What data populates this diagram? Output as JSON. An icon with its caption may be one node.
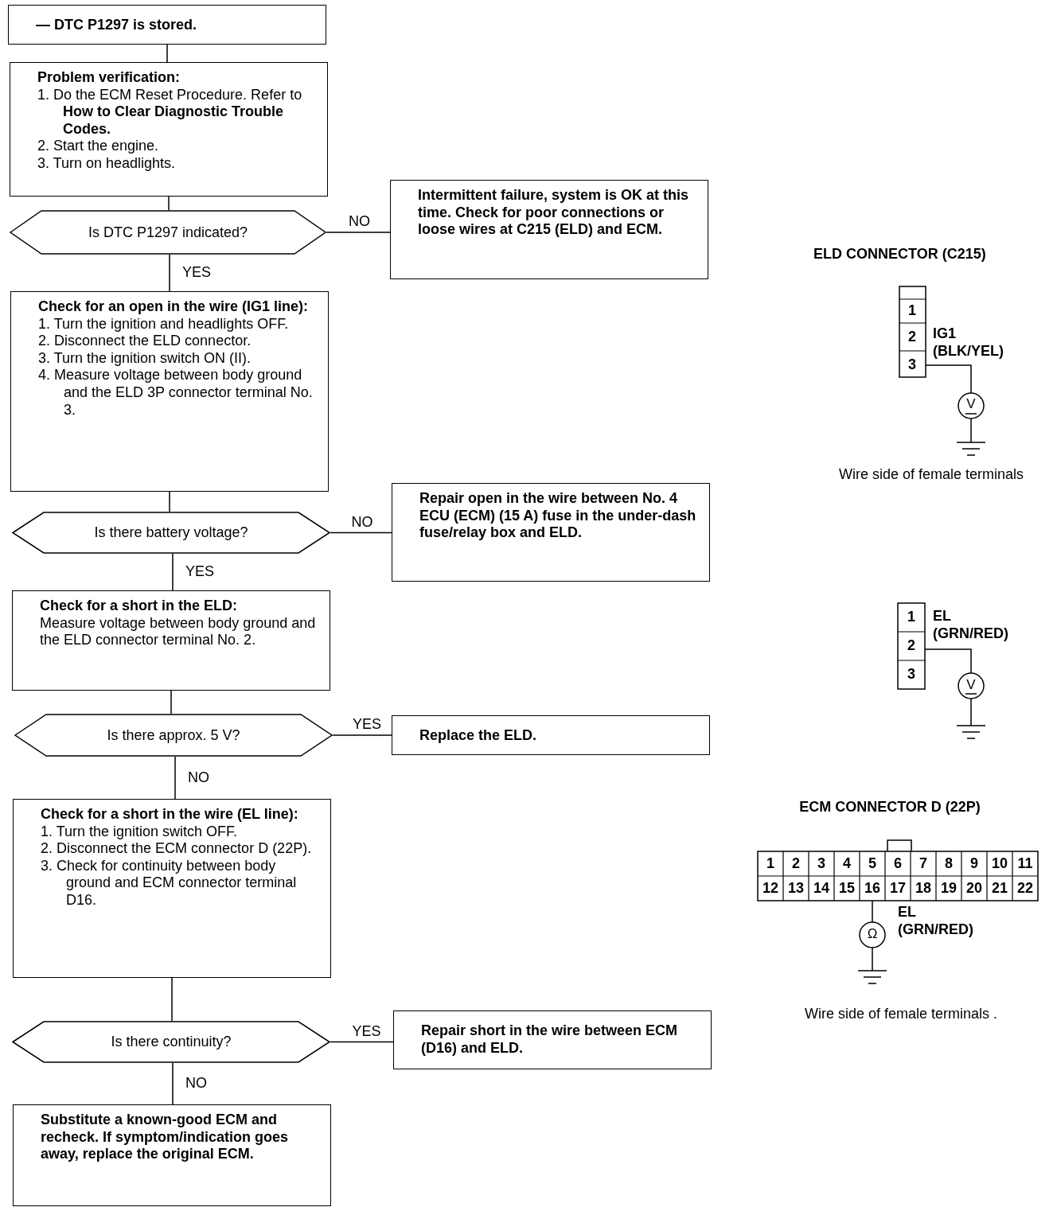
{
  "diagram": {
    "nodes": [
      {
        "text": [
          "— DTC P1297 is stored."
        ]
      },
      {
        "text": [
          "Problem verification:",
          "1. Do the ECM Reset Procedure. Refer to **How to Clear Diagnostic Trouble Codes.**",
          "2. Start the engine.",
          "3. Turn on headlights."
        ]
      },
      {
        "text": [
          "Is DTC P1297 indicated?"
        ]
      },
      {
        "text": [
          "Intermittent failure, system is OK at this time. Check for poor connections or loose wires at C215 (ELD) and ECM."
        ]
      },
      {
        "text": [
          "Check for an open in the wire (IG1 line):",
          "1. Turn the ignition and headlights OFF.",
          "2. Disconnect the ELD connector.",
          "3. Turn the ignition switch ON (II).",
          "4. Measure voltage between body ground and the ELD 3P connector terminal No. 3."
        ]
      },
      {
        "text": [
          "Is there battery voltage?"
        ]
      },
      {
        "text": [
          "Repair open in the wire between No. 4 ECU (ECM) (15 A) fuse in the under-dash fuse/relay box and ELD."
        ]
      },
      {
        "text": [
          "Check for a short in the ELD:",
          "Measure voltage between body ground and the ELD connector terminal No. 2."
        ]
      },
      {
        "text": [
          "Is there approx. 5 V?"
        ]
      },
      {
        "text": [
          "Replace the ELD."
        ]
      },
      {
        "text": [
          "Check for a short in the wire (EL line):",
          "1. Turn the ignition switch OFF.",
          "2. Disconnect the ECM connector D (22P).",
          "3. Check for continuity between body ground and ECM connector terminal D16."
        ]
      },
      {
        "text": [
          "Is there continuity?"
        ]
      },
      {
        "text": [
          "Repair short in the wire between ECM (D16) and ELD."
        ]
      },
      {
        "text": [
          "Substitute a known-good ECM and recheck. If symptom/indication goes away, replace the original ECM."
        ]
      }
    ],
    "edges": [
      {
        "from": 0,
        "to": 1,
        "arrow": "none"
      },
      {
        "from": 1,
        "to": 2,
        "arrow": "none"
      },
      {
        "from": 2,
        "to": 3,
        "arrow": "none",
        "label": "NO"
      },
      {
        "from": 2,
        "to": 4,
        "arrow": "none",
        "label": "YES"
      },
      {
        "from": 4,
        "to": 5,
        "arrow": "none"
      },
      {
        "from": 5,
        "to": 6,
        "arrow": "none",
        "label": "NO"
      },
      {
        "from": 5,
        "to": 7,
        "arrow": "none",
        "label": "YES"
      },
      {
        "from": 7,
        "to": 8,
        "arrow": "none"
      },
      {
        "from": 8,
        "to": 9,
        "arrow": "none",
        "label": "YES"
      },
      {
        "from": 8,
        "to": 10,
        "arrow": "none",
        "label": "NO"
      },
      {
        "from": 10,
        "to": 11,
        "arrow": "none"
      },
      {
        "from": 11,
        "to": 12,
        "arrow": "none",
        "label": "YES"
      },
      {
        "from": 11,
        "to": 13,
        "arrow": "none",
        "label": "NO"
      }
    ],
    "labels": [
      "ELD CONNECTOR (C215)",
      "1",
      "2",
      "IG1 (BLK/YEL)",
      "3",
      "V",
      "Wire side of female terminals",
      "1",
      "EL (GRN/RED)",
      "2",
      "3",
      "V",
      "ECM CONNECTOR D (22P)",
      "1",
      "2",
      "3",
      "4",
      "5",
      "6",
      "7",
      "8",
      "9",
      "10",
      "11",
      "12",
      "13",
      "14",
      "15",
      "16",
      "17",
      "18",
      "19",
      "20",
      "21",
      "22",
      "EL (GRN/RED)",
      "Ω",
      "Wire side of female terminals ."
    ]
  }
}
